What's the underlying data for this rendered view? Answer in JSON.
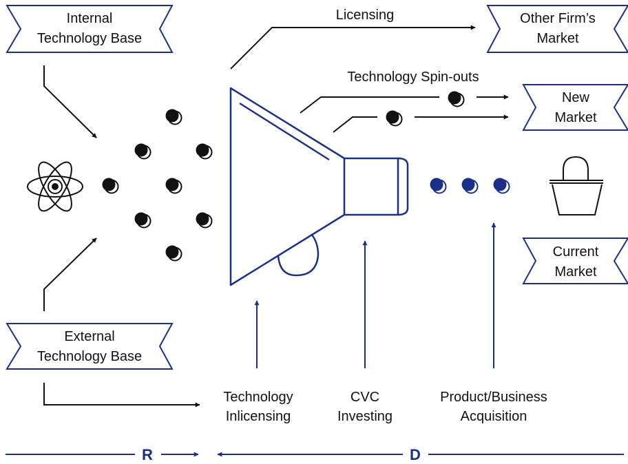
{
  "colors": {
    "ink": "#111111",
    "navy": "#1a2f8a",
    "background": "#ffffff"
  },
  "technology_bases": {
    "internal": [
      "Internal",
      "Technology Base"
    ],
    "external": [
      "External",
      "Technology Base"
    ]
  },
  "markets": {
    "other_firm": [
      "Other Firm’s",
      "Market"
    ],
    "new": [
      "New",
      "Market"
    ],
    "current": [
      "Current",
      "Market"
    ]
  },
  "flows": {
    "licensing": "Licensing",
    "spin_outs": "Technology Spin-outs",
    "inlicensing": [
      "Technology",
      "Inlicensing"
    ],
    "cvc": [
      "CVC",
      "Investing"
    ],
    "acquisition": [
      "Product/Business",
      "Acquisition"
    ]
  },
  "phases": {
    "research": "R",
    "development": "D"
  },
  "icons": [
    "atom-icon",
    "megaphone-funnel-icon",
    "shopping-basket-icon"
  ]
}
